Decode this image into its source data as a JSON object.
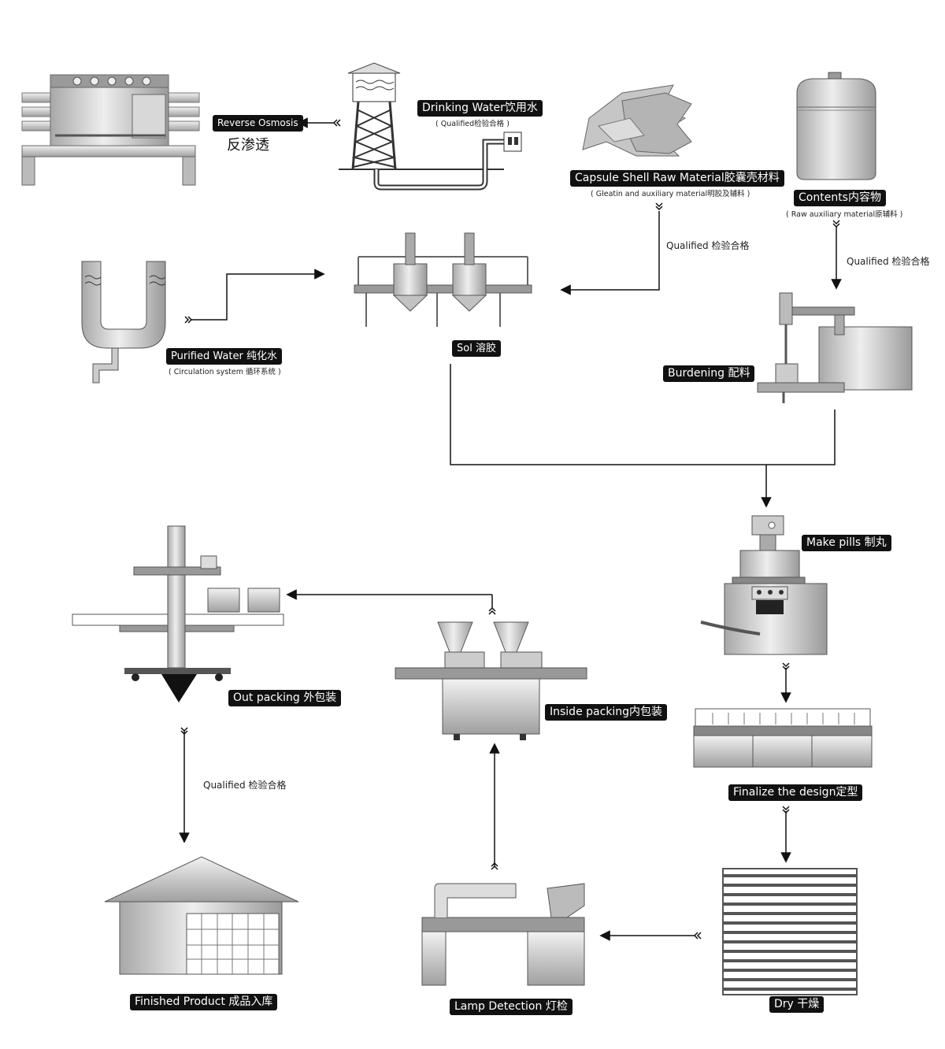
{
  "labels": {
    "reverse_osmosis": "Reverse Osmosis",
    "reverse_osmosis_cn": "反渗透",
    "drinking_water": "Drinking Water饮用水",
    "drinking_water_sub": "( Qualified检验合格 )",
    "capsule_shell": "Capsule Shell Raw Material胶囊壳材料",
    "capsule_shell_sub": "( Gleatin and auxiliary material明胶及辅料 )",
    "contents": "Contents内容物",
    "contents_sub": "( Raw auxiliary material原辅料 )",
    "purified_water": "Purified Water 纯化水",
    "purified_water_sub": "( Circulation system 循环系统 )",
    "sol": "Sol 溶胶",
    "burdening": "Burdening 配料",
    "make_pills": "Make pills 制丸",
    "finalize": "Finalize the design定型",
    "dry": "Dry 干燥",
    "lamp_detection": "Lamp Detection 灯检",
    "inside_packing": "Inside packing内包装",
    "out_packing": "Out packing 外包装",
    "finished_product": "Finished Product 成品入库"
  },
  "qualified": {
    "capsule": "Qualified 检验合格",
    "contents": "Qualified 检验合格",
    "finished": "Qualified 检验合格"
  },
  "colors": {
    "line": "#111111",
    "metal_light": "#e4e4e4",
    "metal_mid": "#bdbdbd",
    "metal_dark": "#8a8a8a",
    "outline": "#555555"
  }
}
